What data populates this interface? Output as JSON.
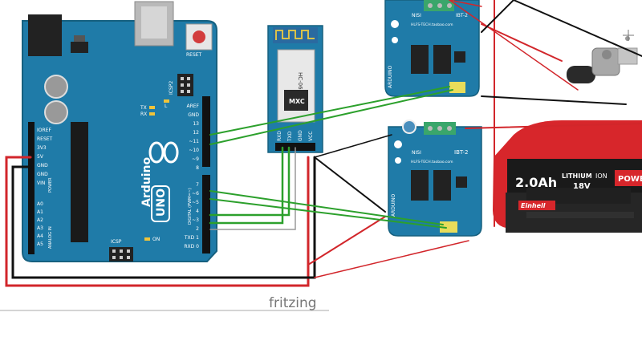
{
  "watermark": {
    "text": "fritzing"
  },
  "arduino": {
    "brand": "Arduino",
    "model": "UNO",
    "reset_label": "RESET",
    "icsp2_label": "ICSP2",
    "icsp_label": "ICSP",
    "tx_label": "TX",
    "rx_label": "RX",
    "l_label": "L",
    "on_label": "ON",
    "digital_label": "DIGITAL (PWM=~)",
    "power_label": "POWER",
    "analog_label": "ANALOG IN",
    "power_pins": [
      "IOREF",
      "RESET",
      "3V3",
      "5V",
      "GND",
      "GND",
      "VIN"
    ],
    "analog_pins": [
      "A0",
      "A1",
      "A2",
      "A3",
      "A4",
      "A5"
    ],
    "digital_top_pins": [
      "AREF",
      "GND",
      "13",
      "12",
      "~11",
      "~10",
      "~9",
      "8"
    ],
    "digital_bottom_pins": [
      "7",
      "~6",
      "~5",
      "4",
      "~3",
      "2",
      "TXD 1",
      "RXD 0"
    ]
  },
  "bluetooth": {
    "model": "HC-06",
    "chip": "MXC",
    "pins": [
      "RXD",
      "TXD",
      "GND",
      "VCC"
    ]
  },
  "driver_top": {
    "name": "IBT-2",
    "brand": "NISI",
    "label": "ARDUINO",
    "url": "HLFS-TECH.taobao.com"
  },
  "driver_bottom": {
    "name": "IBT-2",
    "brand": "NISI",
    "label": "ARDUINO",
    "url": "HLFS-TECH.taobao.com"
  },
  "battery": {
    "capacity": "2.0Ah",
    "type": "LITHIUM",
    "type_suffix": "ION",
    "voltage": "18V",
    "brand": "Einhell",
    "label": "POWE"
  },
  "colors": {
    "board_blue": "#1f7ba8",
    "battery_red": "#d7262b",
    "wire_red": "#d2262b",
    "wire_green": "#2ca02c",
    "wire_black": "#111111"
  }
}
